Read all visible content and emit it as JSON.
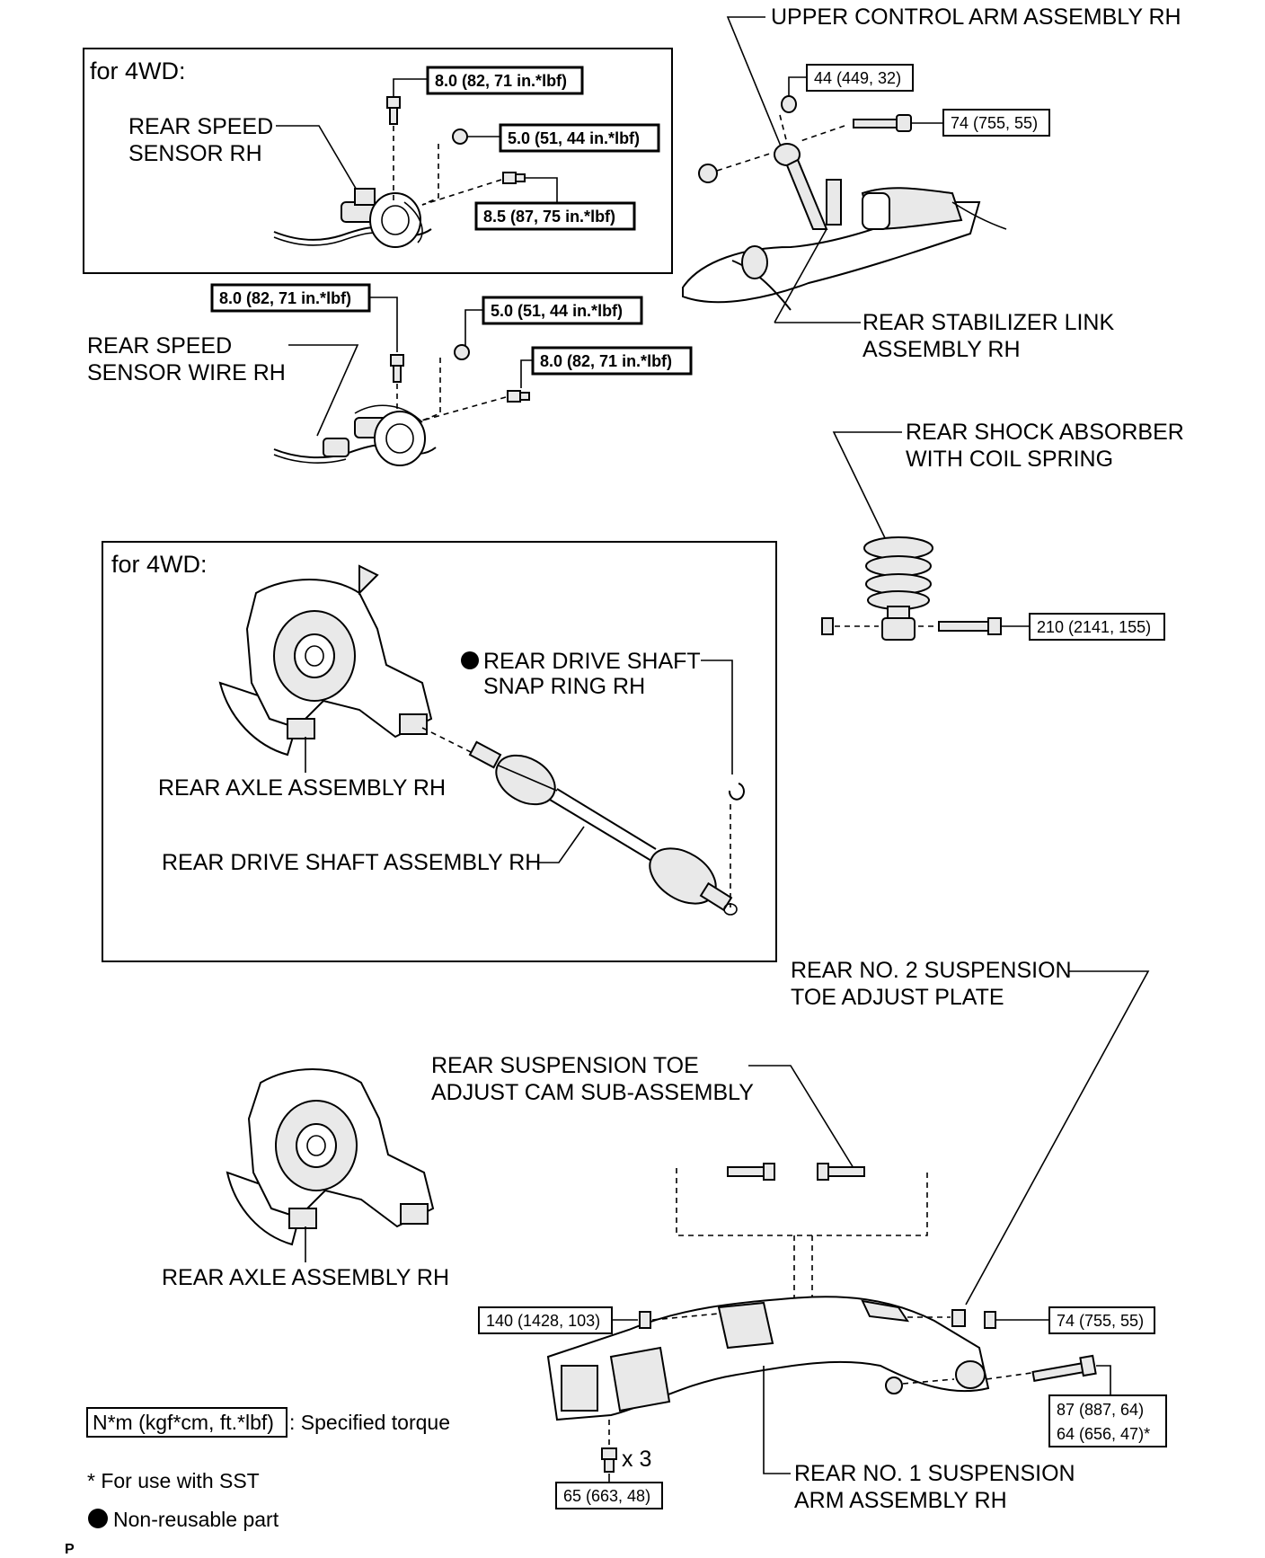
{
  "insets": {
    "top_title": "for 4WD:",
    "middle_title": "for 4WD:"
  },
  "labels": {
    "rear_speed_sensor_rh_1": "REAR SPEED",
    "rear_speed_sensor_rh_2": "SENSOR RH",
    "rear_speed_sensor_wire_rh_1": "REAR SPEED",
    "rear_speed_sensor_wire_rh_2": "SENSOR WIRE RH",
    "upper_control_arm": "UPPER CONTROL ARM ASSEMBLY RH",
    "rear_stabilizer_link_1": "REAR STABILIZER LINK",
    "rear_stabilizer_link_2": "ASSEMBLY RH",
    "rear_shock_absorber_1": "REAR SHOCK ABSORBER",
    "rear_shock_absorber_2": "WITH COIL SPRING",
    "rear_drive_shaft_snap_ring_1": "REAR DRIVE SHAFT",
    "rear_drive_shaft_snap_ring_2": "SNAP RING RH",
    "rear_axle_assembly_inset": "REAR AXLE ASSEMBLY RH",
    "rear_drive_shaft_assembly": "REAR DRIVE SHAFT ASSEMBLY RH",
    "rear_no2_toe_plate_1": "REAR NO. 2 SUSPENSION",
    "rear_no2_toe_plate_2": "TOE ADJUST PLATE",
    "toe_adjust_cam_1": "REAR SUSPENSION TOE",
    "toe_adjust_cam_2": "ADJUST CAM SUB-ASSEMBLY",
    "rear_axle_assembly": "REAR AXLE ASSEMBLY RH",
    "rear_no1_arm_1": "REAR NO. 1 SUSPENSION",
    "rear_no1_arm_2": "ARM ASSEMBLY RH",
    "times_three": "x 3"
  },
  "torques": {
    "t_sensor_4wd_bolt": "8.0 (82, 71 in.*lbf)",
    "t_sensor_4wd_nut": "5.0 (51, 44 in.*lbf)",
    "t_sensor_4wd_bolt2": "8.5 (87, 75 in.*lbf)",
    "t_wire_bolt": "8.0 (82, 71 in.*lbf)",
    "t_wire_nut": "5.0 (51, 44 in.*lbf)",
    "t_wire_bolt2": "8.0 (82, 71 in.*lbf)",
    "t_upper_nut": "44 (449, 32)",
    "t_upper_bolt": "74 (755, 55)",
    "t_shock": "210 (2141, 155)",
    "t_arm_left": "140 (1428, 103)",
    "t_arm_right": "74 (755, 55)",
    "t_arm_bolt_1": "87 (887, 64)",
    "t_arm_bolt_2": "64 (656, 47)*",
    "t_arm_bottom": "65 (663, 48)"
  },
  "legend": {
    "torque_unit": "N*m (kgf*cm, ft.*lbf)",
    "torque_desc": ": Specified torque",
    "sst_note": "* For use with SST",
    "nonreusable": "Non-reusable part"
  },
  "footer_code": "P"
}
